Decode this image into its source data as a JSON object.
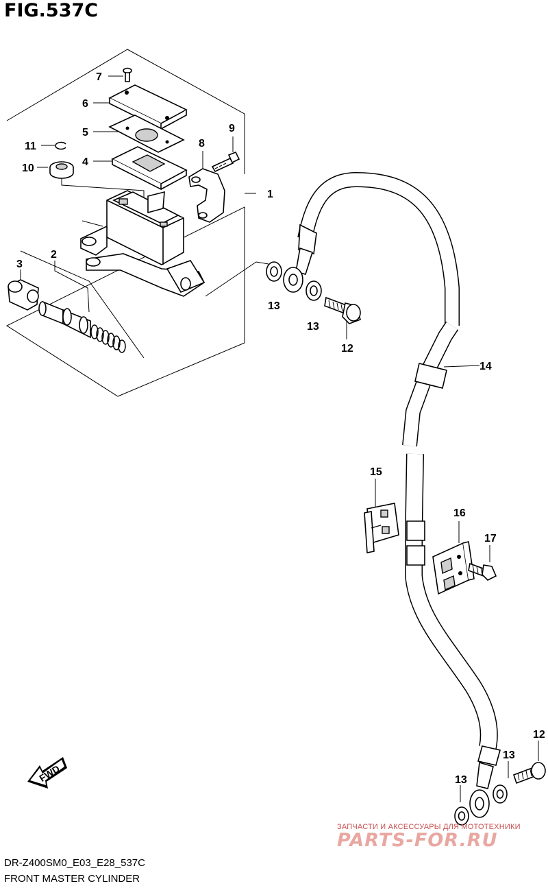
{
  "figure": {
    "title": "FIG.537C",
    "code": "DR-Z400SM0_E03_E28_537C",
    "name": "FRONT MASTER CYLINDER"
  },
  "callouts": [
    "1",
    "2",
    "3",
    "4",
    "5",
    "6",
    "7",
    "8",
    "9",
    "10",
    "11",
    "12",
    "12",
    "13",
    "13",
    "13",
    "13",
    "14",
    "15",
    "16",
    "17"
  ],
  "fwd_label": "FWD",
  "watermark": {
    "caption": "ЗАПЧАСТИ И АКСЕССУАРЫ ДЛЯ МОТОТЕХНИКИ",
    "brand": "PARTS-FOR.RU"
  }
}
